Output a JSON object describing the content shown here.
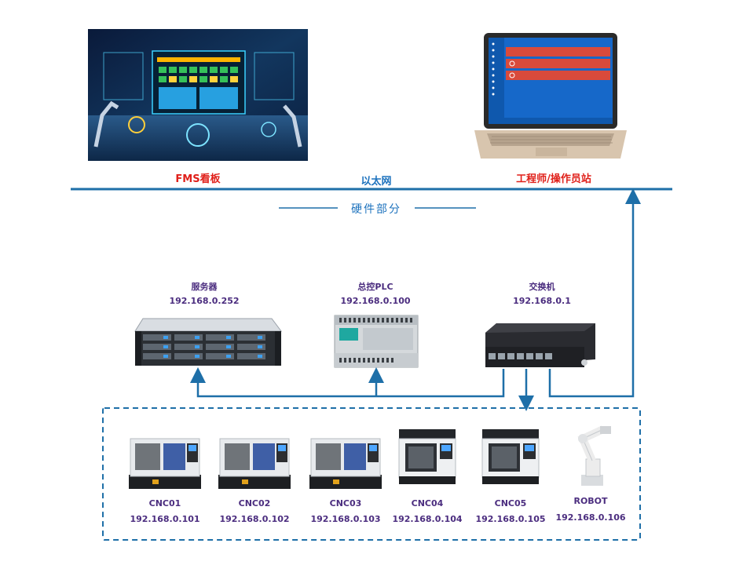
{
  "top": {
    "fms_label": "FMS看板",
    "ethernet_label": "以太网",
    "station_label": "工程师/操作员站"
  },
  "section": {
    "title": "硬件部分"
  },
  "devices": [
    {
      "name": "服务器",
      "ip": "192.168.0.252"
    },
    {
      "name": "总控PLC",
      "ip": "192.168.0.100"
    },
    {
      "name": "交换机",
      "ip": "192.168.0.1"
    }
  ],
  "machines": [
    {
      "name": "CNC01",
      "ip": "192.168.0.101",
      "kind": "lathe"
    },
    {
      "name": "CNC02",
      "ip": "192.168.0.102",
      "kind": "lathe"
    },
    {
      "name": "CNC03",
      "ip": "192.168.0.103",
      "kind": "lathe"
    },
    {
      "name": "CNC04",
      "ip": "192.168.0.104",
      "kind": "mill"
    },
    {
      "name": "CNC05",
      "ip": "192.168.0.105",
      "kind": "mill"
    },
    {
      "name": "ROBOT",
      "ip": "192.168.0.106",
      "kind": "robot"
    }
  ],
  "colors": {
    "line": "#1e6fa8",
    "dashed_box": "#1e6fa8",
    "red_label": "#e0201a",
    "blue_label": "#1e73be",
    "purple_label": "#4b2d7f"
  }
}
